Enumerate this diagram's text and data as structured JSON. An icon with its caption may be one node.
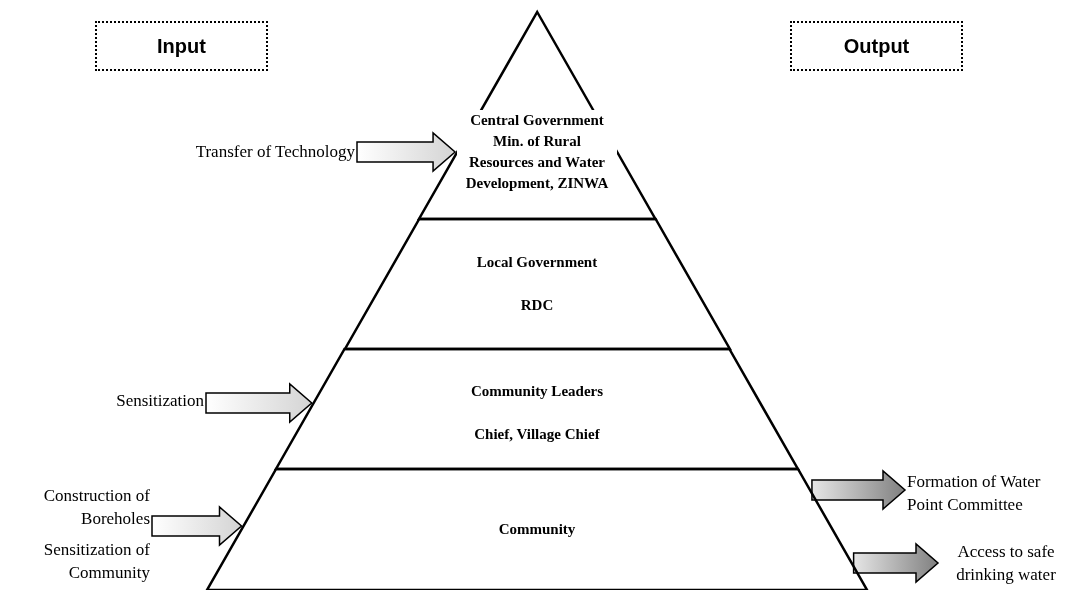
{
  "diagram": {
    "nodes": [
      {
        "text": [
          "Input"
        ]
      },
      {
        "text": [
          "Output"
        ]
      },
      {
        "text": [
          "Central Government",
          "Min. of Rural Resources and Water Development, ZINWA"
        ]
      },
      {
        "text": [
          "Local Government",
          "RDC"
        ]
      },
      {
        "text": [
          "Community Leaders",
          "Chief, Village Chief"
        ]
      },
      {
        "text": [
          "Community"
        ]
      },
      {
        "text": [
          "Transfer of Technology"
        ]
      },
      {
        "text": [
          "Sensitization"
        ]
      },
      {
        "text": [
          "Construction of Boreholes",
          "Sensitization of Community"
        ]
      },
      {
        "text": [
          "Formation of Water Point Committee"
        ]
      },
      {
        "text": [
          "Access to safe drinking water"
        ]
      }
    ],
    "edges": [
      {
        "from": 6,
        "to": 2,
        "arrow": "to"
      },
      {
        "from": 7,
        "to": 4,
        "arrow": "to"
      },
      {
        "from": 8,
        "to": 5,
        "arrow": "to"
      },
      {
        "from": 5,
        "to": 9,
        "arrow": "to",
        "color": "#808080"
      },
      {
        "from": 5,
        "to": 10,
        "arrow": "to",
        "color": "#808080"
      }
    ]
  }
}
